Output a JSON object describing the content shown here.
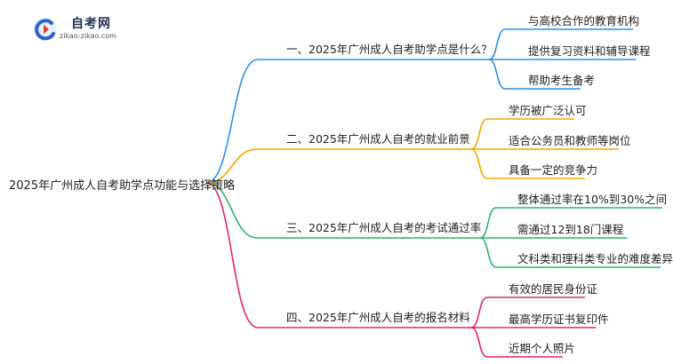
{
  "logo": {
    "title": "自考网",
    "subtitle": "zikao-zikao.com"
  },
  "root": {
    "label": "2025年广州成人自考助学点功能与选择策略"
  },
  "branches": [
    {
      "label": "一、2025年广州成人自考助学点是什么？",
      "color": "#2b8ee8",
      "leaves": [
        "与高校合作的教育机构",
        "提供复习资料和辅导课程",
        "帮助考生备考"
      ]
    },
    {
      "label": "二、2025年广州成人自考的就业前景",
      "color": "#f0a800",
      "leaves": [
        "学历被广泛认可",
        "适合公务员和教师等岗位",
        "具备一定的竞争力"
      ]
    },
    {
      "label": "三、2025年广州成人自考的考试通过率",
      "color": "#2db36a",
      "leaves": [
        "整体通过率在10%到30%之间",
        "需通过12到18门课程",
        "文科类和理科类专业的难度差异"
      ]
    },
    {
      "label": "四、2025年广州成人自考的报名材料",
      "color": "#e0246e",
      "leaves": [
        "有效的居民身份证",
        "最高学历证书复印件",
        "近期个人照片"
      ]
    }
  ]
}
